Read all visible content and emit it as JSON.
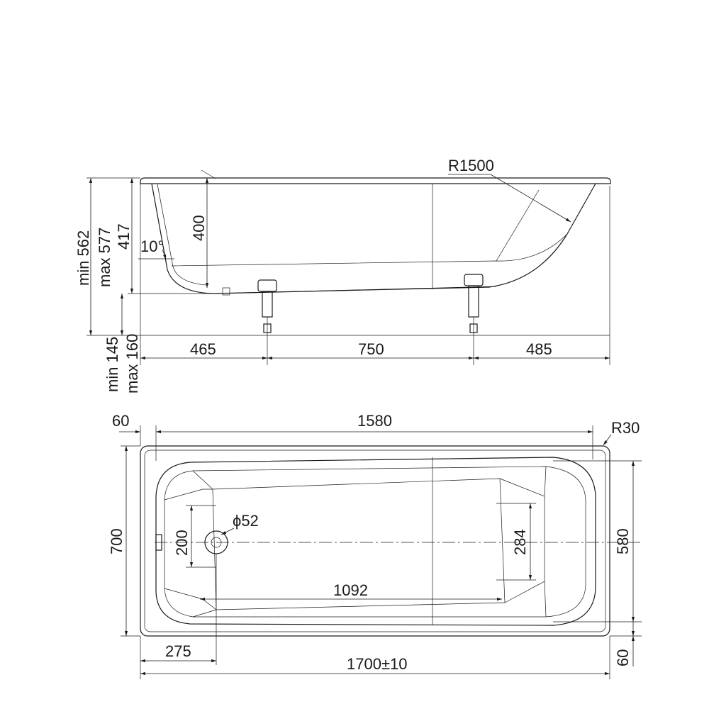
{
  "side_view": {
    "radius_top": "R1500",
    "angle": "10°",
    "depth_400": "400",
    "height_min": "min 562",
    "height_max": "max 577",
    "height_417": "417",
    "leg_min": "min 145",
    "leg_max": "max 160",
    "len_465": "465",
    "len_750": "750",
    "len_485": "485"
  },
  "top_view": {
    "rim_60_left": "60",
    "inner_1580": "1580",
    "radius_corner": "R30",
    "width_700": "700",
    "width_580": "580",
    "dim_200": "200",
    "drain_dia": "ϕ52",
    "dim_284": "284",
    "dim_1092": "1092",
    "dim_275": "275",
    "dim_60_right": "60",
    "overall_length": "1700±10"
  }
}
